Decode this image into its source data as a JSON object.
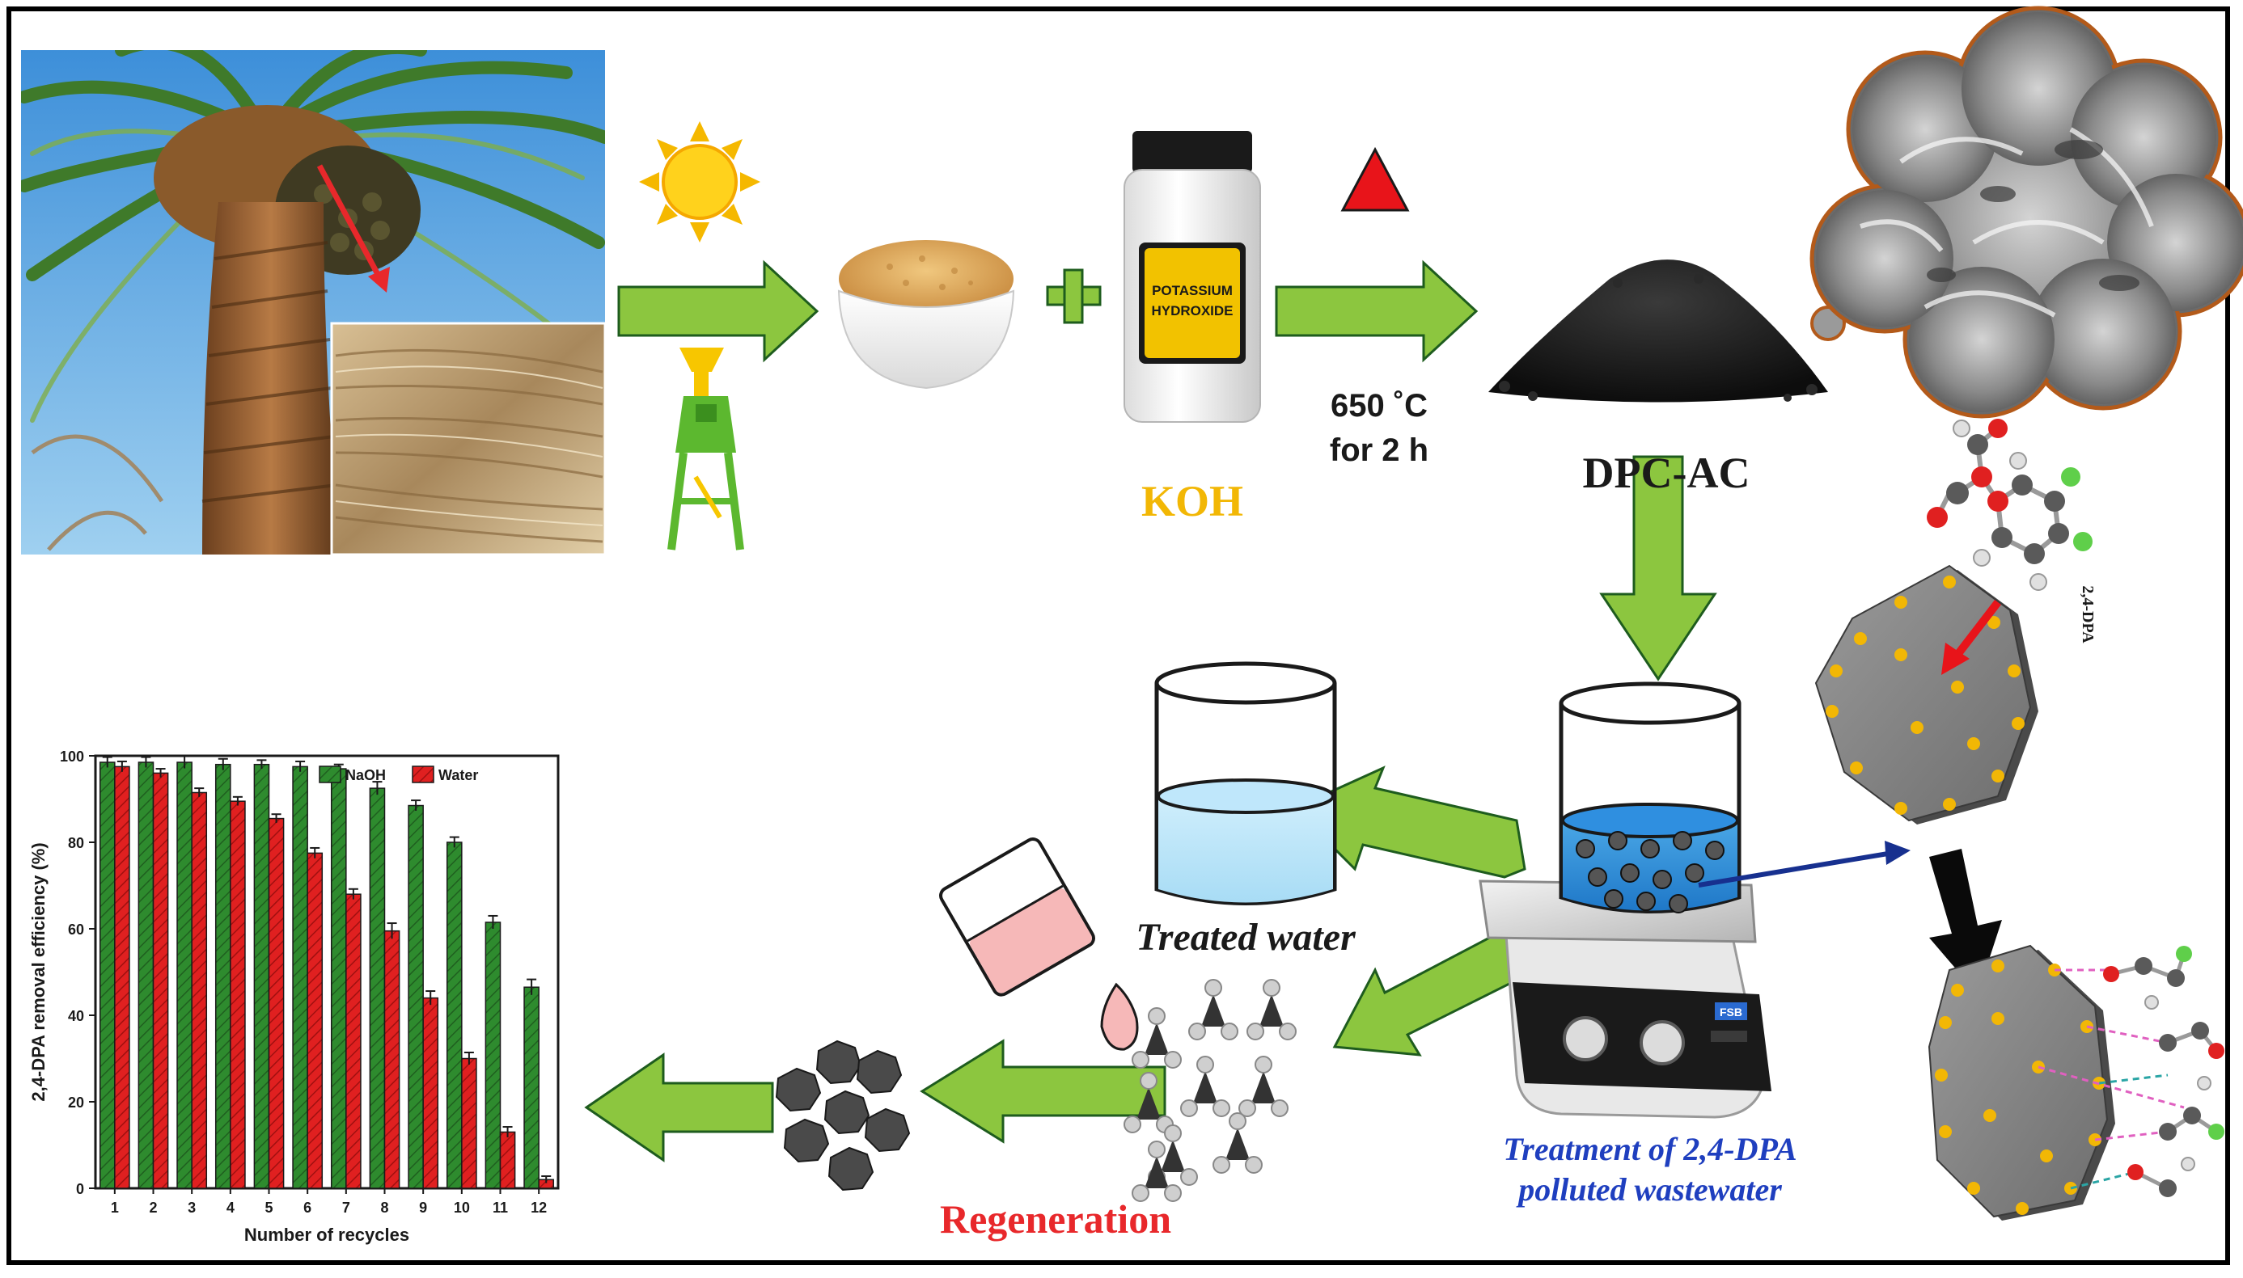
{
  "labels": {
    "temperature": "650 ˚C",
    "duration": "for 2 h",
    "bottle_text_line1": "POTASSIUM",
    "bottle_text_line2": "HYDROXIDE",
    "koh": "KOH",
    "dpc_ac": "DPC-AC",
    "molecule": "2,4-DPA",
    "treated_water": "Treated water",
    "treatment_line1": "Treatment of 2,4-DPA",
    "treatment_line2": "polluted wastewater",
    "regeneration": "Regeneration",
    "stirrer_brand": "FSB"
  },
  "colors": {
    "arrow_green": "#8cc63f",
    "koh_yellow": "#f2b705",
    "regen_red": "#e8282b",
    "treatment_blue": "#1f3fbf",
    "naoh_bar": "#2e8b2e",
    "water_bar": "#e02020"
  },
  "chart_data": {
    "type": "bar",
    "xlabel": "Number of recycles",
    "ylabel": "2,4-DPA removal efficiency (%)",
    "categories": [
      "1",
      "2",
      "3",
      "4",
      "5",
      "6",
      "7",
      "8",
      "9",
      "10",
      "11",
      "12"
    ],
    "ylim": [
      0,
      100
    ],
    "yticks": [
      0,
      20,
      40,
      60,
      80,
      100
    ],
    "legend_position": "top-center",
    "series": [
      {
        "name": "NaOH",
        "color": "#2e8b2e",
        "values": [
          98.5,
          98.5,
          98.5,
          98,
          98,
          97.5,
          97,
          92.5,
          88.5,
          80,
          61.5,
          46.5
        ],
        "errors": [
          1.2,
          1.2,
          1.4,
          1.3,
          1.0,
          1.2,
          1.0,
          1.5,
          1.2,
          1.2,
          1.5,
          1.8
        ]
      },
      {
        "name": "Water",
        "color": "#e02020",
        "values": [
          97.5,
          96,
          91.5,
          89.5,
          85.5,
          77.5,
          68,
          59.5,
          44,
          30,
          13,
          2
        ],
        "errors": [
          1.2,
          1.0,
          1.0,
          1.0,
          1.0,
          1.2,
          1.2,
          1.8,
          1.6,
          1.4,
          1.2,
          0.8
        ]
      }
    ]
  }
}
